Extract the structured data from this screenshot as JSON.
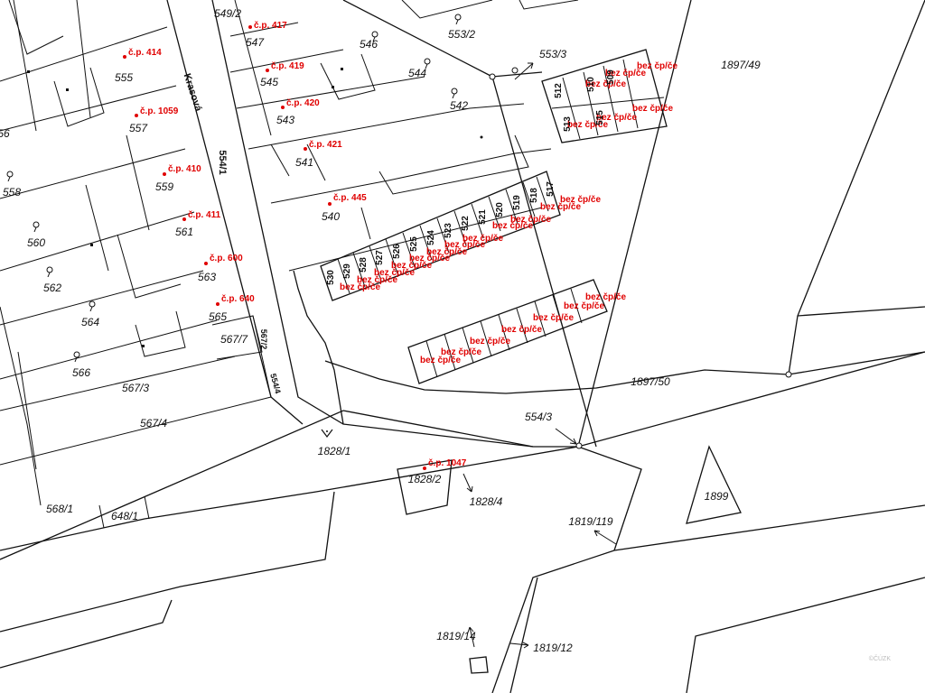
{
  "streets": [
    {
      "id": "krasova",
      "label": "Krasová"
    }
  ],
  "parcels": [
    {
      "id": "p549-2",
      "label": "549/2"
    },
    {
      "id": "p547",
      "label": "547"
    },
    {
      "id": "p546",
      "label": "546"
    },
    {
      "id": "p553-2",
      "label": "553/2"
    },
    {
      "id": "p553-3",
      "label": "553/3"
    },
    {
      "id": "p1897-49",
      "label": "1897/49"
    },
    {
      "id": "p555",
      "label": "555"
    },
    {
      "id": "p545",
      "label": "545"
    },
    {
      "id": "p544",
      "label": "544"
    },
    {
      "id": "p542",
      "label": "542"
    },
    {
      "id": "p543",
      "label": "543"
    },
    {
      "id": "p557",
      "label": "557"
    },
    {
      "id": "p56",
      "label": "56"
    },
    {
      "id": "p554-1",
      "label": "554/1"
    },
    {
      "id": "p541",
      "label": "541"
    },
    {
      "id": "p559",
      "label": "559"
    },
    {
      "id": "p558",
      "label": "558"
    },
    {
      "id": "p540",
      "label": "540"
    },
    {
      "id": "p561",
      "label": "561"
    },
    {
      "id": "p560",
      "label": "560"
    },
    {
      "id": "p563",
      "label": "563"
    },
    {
      "id": "p562",
      "label": "562"
    },
    {
      "id": "p565",
      "label": "565"
    },
    {
      "id": "p564",
      "label": "564"
    },
    {
      "id": "p567-7",
      "label": "567/7"
    },
    {
      "id": "p566",
      "label": "566"
    },
    {
      "id": "p567-3",
      "label": "567/3"
    },
    {
      "id": "p567-4",
      "label": "567/4"
    },
    {
      "id": "p1828-1",
      "label": "1828/1"
    },
    {
      "id": "p1828-2",
      "label": "1828/2"
    },
    {
      "id": "p1828-4",
      "label": "1828/4"
    },
    {
      "id": "p554-3",
      "label": "554/3"
    },
    {
      "id": "p1897-50",
      "label": "1897/50"
    },
    {
      "id": "p1899",
      "label": "1899"
    },
    {
      "id": "p1819-119",
      "label": "1819/119"
    },
    {
      "id": "p568-1",
      "label": "568/1"
    },
    {
      "id": "p648-1",
      "label": "648/1"
    },
    {
      "id": "p1819-14",
      "label": "1819/14"
    },
    {
      "id": "p1819-12",
      "label": "1819/12"
    },
    {
      "id": "p567-2",
      "label": "567/2"
    },
    {
      "id": "p554-4",
      "label": "554/4"
    }
  ],
  "house_numbers": [
    {
      "id": "cp417",
      "label": "č.p. 417"
    },
    {
      "id": "cp414",
      "label": "č.p. 414"
    },
    {
      "id": "cp419",
      "label": "č.p. 419"
    },
    {
      "id": "cp1059",
      "label": "č.p. 1059"
    },
    {
      "id": "cp420",
      "label": "č.p. 420"
    },
    {
      "id": "cp421",
      "label": "č.p. 421"
    },
    {
      "id": "cp410",
      "label": "č.p. 410"
    },
    {
      "id": "cp445",
      "label": "č.p. 445"
    },
    {
      "id": "cp411",
      "label": "č.p. 411"
    },
    {
      "id": "cp600",
      "label": "č.p. 600"
    },
    {
      "id": "cp640",
      "label": "č.p. 640"
    },
    {
      "id": "cp1047",
      "label": "č.p. 1047"
    }
  ],
  "no_number_label": "bez čp/če",
  "garage_row_a": [
    "517",
    "518",
    "519",
    "520",
    "521",
    "522",
    "523",
    "524",
    "525",
    "526",
    "527",
    "528",
    "529",
    "530"
  ],
  "garage_row_b": [
    "512",
    "510",
    "509",
    "513",
    "515"
  ],
  "watermark": "©ČÚZK"
}
